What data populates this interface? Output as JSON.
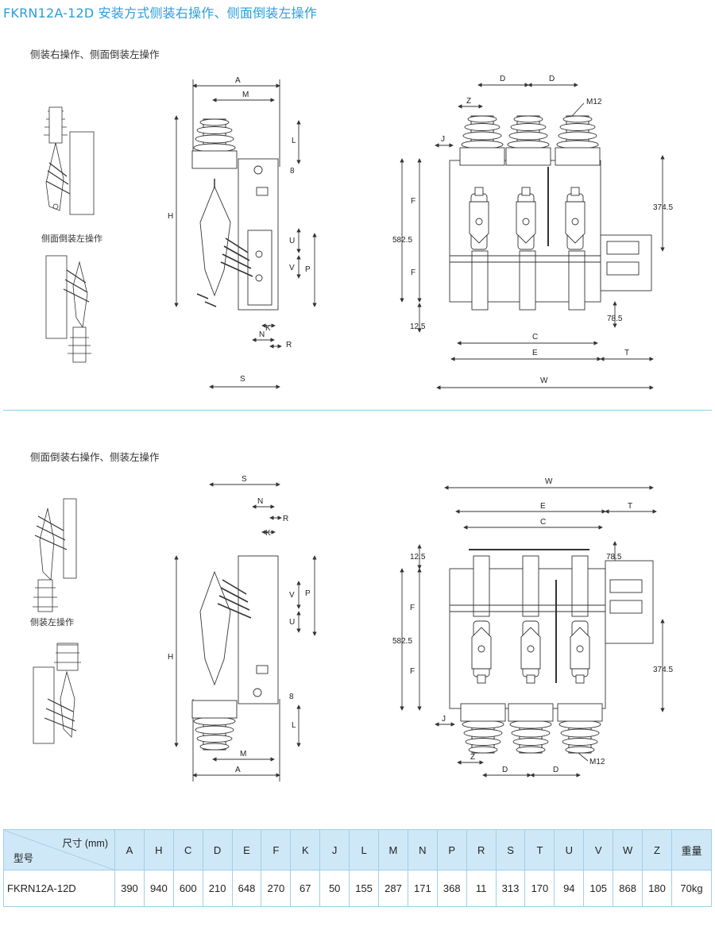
{
  "title": "FKRN12A-12D 安装方式侧装右操作、侧面倒装左操作",
  "sections": {
    "top_label": "侧装右操作、侧面倒装左操作",
    "top_mini_label": "侧面倒装左操作",
    "bottom_label": "侧面倒装右操作、侧装左操作",
    "bottom_mini_label": "侧装左操作"
  },
  "dims": {
    "A": "A",
    "M": "M",
    "L": "L",
    "H": "H",
    "U": "U",
    "V": "V",
    "P": "P",
    "K": "K",
    "N": "N",
    "R": "R",
    "S": "S",
    "D": "D",
    "Z": "Z",
    "J": "J",
    "F": "F",
    "C": "C",
    "E": "E",
    "T": "T",
    "W": "W",
    "m12": "M12",
    "n8": "8",
    "n5825": "582.5",
    "n3745": "374.5",
    "n125": "12.5",
    "n785": "78.5"
  },
  "table": {
    "corner_top": "尺寸 (mm)",
    "corner_bottom": "型号",
    "headers": [
      "A",
      "H",
      "C",
      "D",
      "E",
      "F",
      "K",
      "J",
      "L",
      "M",
      "N",
      "P",
      "R",
      "S",
      "T",
      "U",
      "V",
      "W",
      "Z",
      "重量"
    ],
    "row": {
      "model": "FKRN12A-12D",
      "values": [
        "390",
        "940",
        "600",
        "210",
        "648",
        "270",
        "67",
        "50",
        "155",
        "287",
        "171",
        "368",
        "11",
        "313",
        "170",
        "94",
        "105",
        "868",
        "180",
        "70kg"
      ]
    }
  }
}
